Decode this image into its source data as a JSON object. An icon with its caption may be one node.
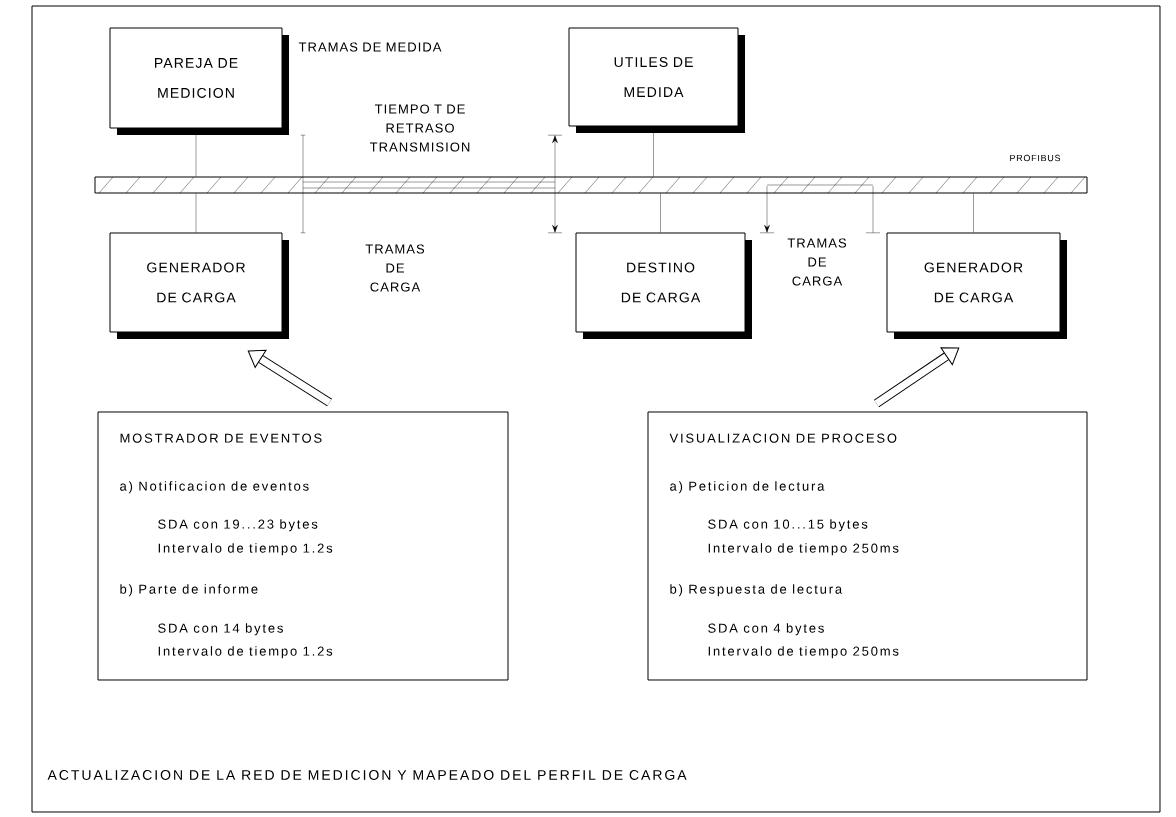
{
  "diagram": {
    "caption": "ACTUALIZACION DE LA RED DE MEDICION Y MAPEADO DEL PERFIL DE CARGA",
    "nodes": [
      {
        "text": [
          "PAREJA DE MEDICION"
        ]
      },
      {
        "text": [
          "UTILES DE MEDIDA"
        ]
      },
      {
        "text": [],
        "shape": "bar",
        "beside": [
          "PROFIBUS"
        ]
      },
      {
        "text": [
          "GENERADOR DE CARGA"
        ]
      },
      {
        "text": [
          "DESTINO DE CARGA"
        ]
      },
      {
        "text": [
          "GENERADOR DE CARGA"
        ]
      },
      {
        "text": [
          "MOSTRADOR DE EVENTOS",
          "a) Notificacion de eventos",
          "SDA con 19...23 bytes",
          "Intervalo de tiempo 1.2s",
          "b) Parte de informe",
          "SDA con 14 bytes",
          "Intervalo de tiempo 1.2s"
        ]
      },
      {
        "text": [
          "VISUALIZACION DE PROCESO",
          "a) Peticion de lectura",
          "SDA con 10...15 bytes",
          "Intervalo de tiempo 250ms",
          "b) Respuesta de lectura",
          "SDA con 4 bytes",
          "Intervalo de tiempo 250ms"
        ]
      }
    ],
    "edges": [
      {
        "from": 0,
        "to": 2,
        "arrow": "none"
      },
      {
        "from": 1,
        "to": 2,
        "arrow": "none"
      },
      {
        "from": 3,
        "to": 2,
        "arrow": "none"
      },
      {
        "from": 4,
        "to": 2,
        "arrow": "none"
      },
      {
        "from": 5,
        "to": 2,
        "arrow": "none"
      },
      {
        "from": 6,
        "to": 3,
        "arrow": "to",
        "style": "thick"
      },
      {
        "from": 7,
        "to": 5,
        "arrow": "to",
        "style": "thick"
      }
    ],
    "labels": [
      "TRAMAS DE MEDIDA",
      "TIEMPO T DE RETRASO TRANSMISION",
      "TRAMAS DE CARGA",
      "TRAMAS DE CARGA"
    ]
  }
}
